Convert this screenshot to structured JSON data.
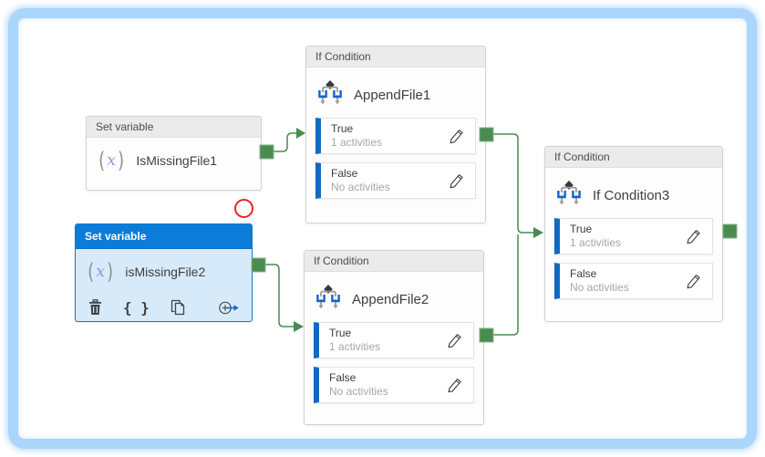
{
  "diagram": {
    "nodes": [
      {
        "type_label": "Set variable",
        "name": "IsMissingFile1",
        "selected": "false"
      },
      {
        "type_label": "Set variable",
        "name": "isMissingFile2",
        "selected": "true",
        "toolbar_icons": [
          "delete-icon",
          "braces-icon",
          "copy-icon",
          "add-output-icon"
        ]
      },
      {
        "type_label": "If Condition",
        "name": "AppendFile1",
        "branches": [
          {
            "label": "True",
            "summary": "1 activities"
          },
          {
            "label": "False",
            "summary": "No activities"
          }
        ]
      },
      {
        "type_label": "If Condition",
        "name": "AppendFile2",
        "branches": [
          {
            "label": "True",
            "summary": "1 activities"
          },
          {
            "label": "False",
            "summary": "No activities"
          }
        ]
      },
      {
        "type_label": "If Condition",
        "name": "If Condition3",
        "branches": [
          {
            "label": "True",
            "summary": "1 activities"
          },
          {
            "label": "False",
            "summary": "No activities"
          }
        ]
      }
    ],
    "connections": [
      {
        "from": "IsMissingFile1",
        "to": "AppendFile1"
      },
      {
        "from": "isMissingFile2",
        "to": "AppendFile2"
      },
      {
        "from": "AppendFile1",
        "to": "If Condition3"
      },
      {
        "from": "AppendFile2",
        "to": "If Condition3"
      }
    ]
  },
  "glyphs": {
    "braces": "{ }"
  },
  "colors": {
    "selection_header_blue": "#0b7cd8",
    "selected_body_blue": "#d7eaf9",
    "connector_green": "#4a8c50",
    "branch_bar_blue": "#1169c4",
    "frame_blue": "#abd5fb",
    "annotation_red": "#e8251c",
    "header_gray": "#ebebeb"
  }
}
